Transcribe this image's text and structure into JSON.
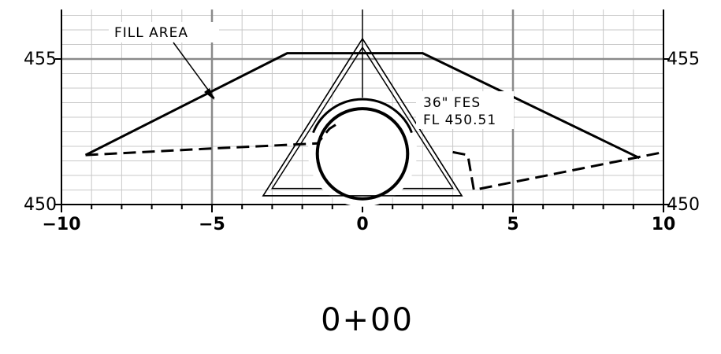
{
  "drawing": {
    "station_label": "0+00",
    "x_ticks": [
      "−10",
      "−5",
      "0",
      "5",
      "10"
    ],
    "elev_left": [
      "455",
      "450"
    ],
    "elev_right": [
      "455",
      "450"
    ],
    "callouts": {
      "fill_area": "FILL AREA",
      "pipe_line1": "36\" FES",
      "pipe_line2": "FL 450.51"
    }
  },
  "chart_data": {
    "type": "diagram",
    "xlim": [
      -10,
      10
    ],
    "ylim": [
      450,
      456.7
    ],
    "x_major_step": 5,
    "x_minor_step": 1,
    "y_major": [
      450,
      455
    ],
    "y_minor_step": 0.5,
    "grid": true,
    "proposed_section": [
      [
        -9.2,
        451.7
      ],
      [
        -2.5,
        455.2
      ],
      [
        2.0,
        455.2
      ],
      [
        9.2,
        451.6
      ]
    ],
    "existing_ground_left": [
      [
        -9.2,
        451.7
      ],
      [
        -5.5,
        451.9
      ],
      [
        -1.5,
        452.1
      ],
      [
        -1.1,
        452.6
      ],
      [
        -0.8,
        452.8
      ]
    ],
    "existing_ground_right": [
      [
        3.0,
        451.8
      ],
      [
        3.5,
        451.7
      ],
      [
        3.7,
        450.5
      ],
      [
        10.0,
        451.8
      ]
    ],
    "pipe": {
      "center": [
        0,
        451.8
      ],
      "radius": 1.5,
      "invert": 450.51
    },
    "end_section_outer": [
      [
        -3.3,
        450.3
      ],
      [
        3.3,
        450.3
      ],
      [
        0,
        455.7
      ]
    ],
    "end_section_inner": [
      [
        -3.0,
        450.55
      ],
      [
        3.0,
        450.55
      ],
      [
        0,
        455.4
      ]
    ],
    "colors": {
      "grid_minor": "#c8c8c8",
      "grid_major": "#8a8a8a",
      "lines": "#000000"
    }
  }
}
